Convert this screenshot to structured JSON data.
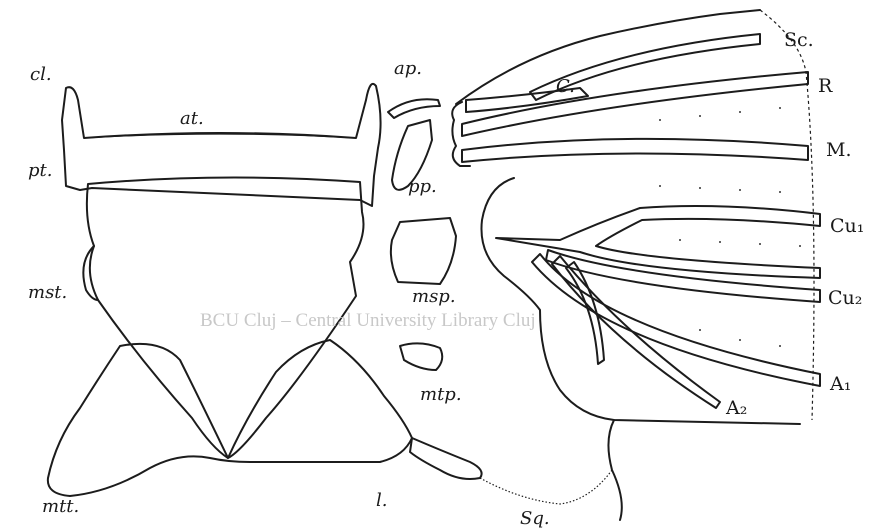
{
  "labels": {
    "cl": "cl.",
    "at": "at.",
    "pt": "pt.",
    "mst": "mst.",
    "mtt": "mtt.",
    "ap": "ap.",
    "pp": "pp.",
    "msp": "msp.",
    "mtp": "mtp.",
    "l": "l.",
    "sq": "Sq.",
    "c": "C.",
    "sc": "Sc.",
    "r": "R",
    "m": "M.",
    "cu1": "Cu₁",
    "cu2": "Cu₂",
    "a1": "A₁",
    "a2": "A₂"
  },
  "watermark": "BCU Cluj – Central University Library Cluj"
}
